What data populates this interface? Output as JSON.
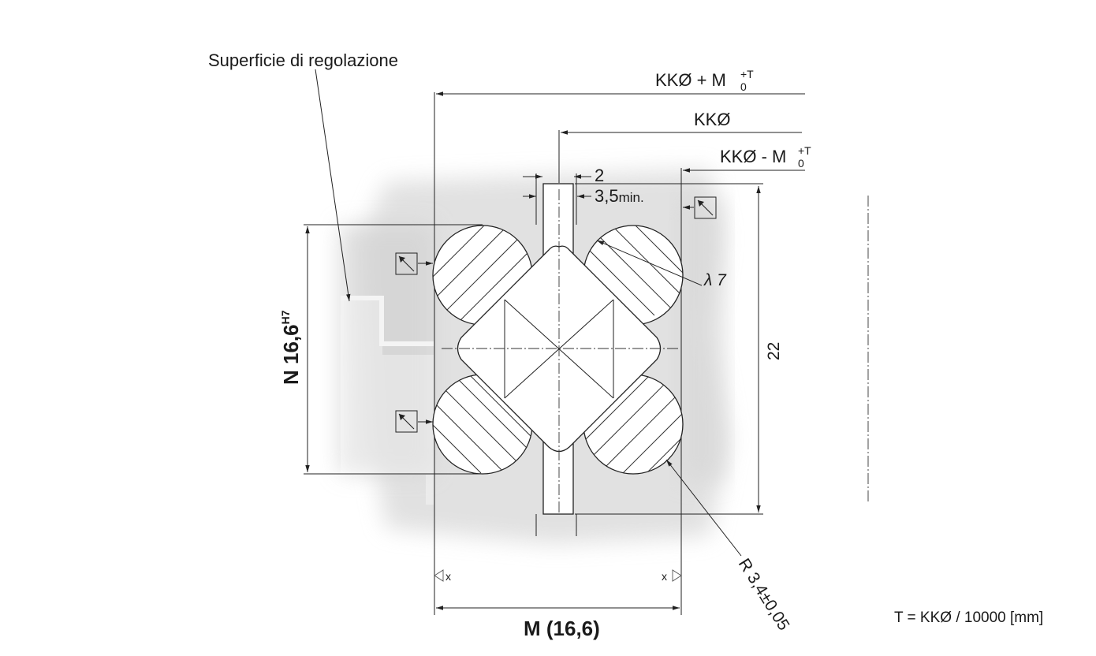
{
  "labels": {
    "adjust_surface": "Superficie di regolazione",
    "kk_plus": "KKØ + M",
    "kk_plus_sup": "+T",
    "kk_plus_sub": "0",
    "kk": "KKØ",
    "kk_minus": "KKØ - M",
    "kk_minus_sup": "+T",
    "kk_minus_sub": "0",
    "dim_2": "2",
    "dim_35": "3,5",
    "dim_35_suffix": "min.",
    "lambda": "λ 7",
    "dim_22": "22",
    "n_label": "N 16,6",
    "n_sup": "H7",
    "m_label": "M (16,6)",
    "radius": "R 3,4±0,05",
    "x_left": "x",
    "x_right": "x",
    "formula": "T = KKØ / 10000 [mm]"
  },
  "colors": {
    "ink": "#1a1a1a",
    "shade": "#d6d6d6"
  },
  "icons": {
    "rough": "surface-finish-symbol"
  }
}
